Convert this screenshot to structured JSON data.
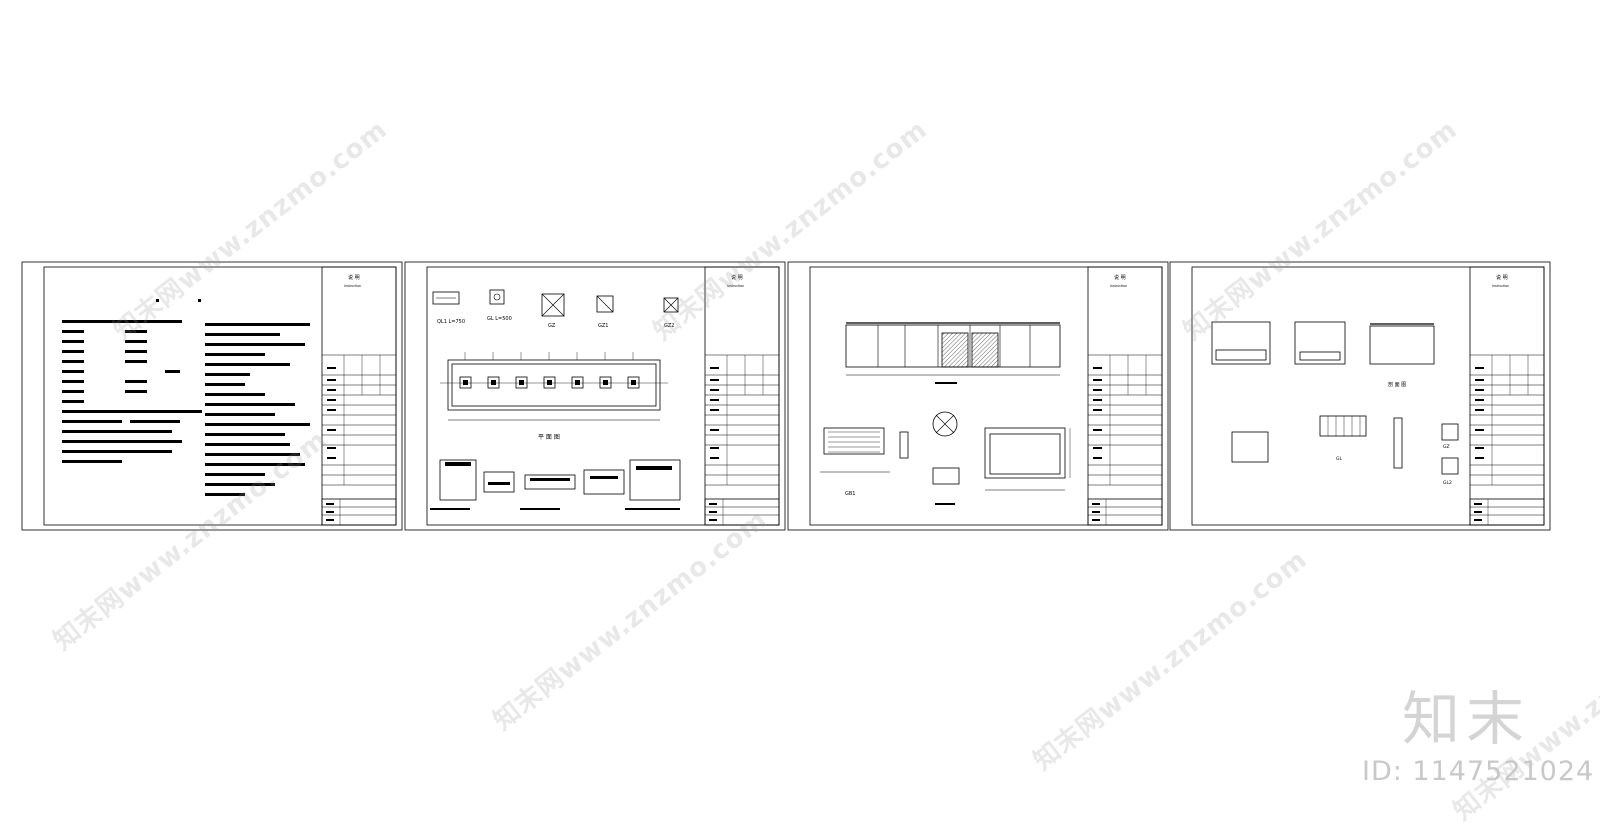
{
  "sheets": [
    {
      "id": "sheet-1",
      "kind": "notes",
      "title_block_header": "说 明",
      "title_block_sub": "Instruction"
    },
    {
      "id": "sheet-2",
      "kind": "plan",
      "title_block_header": "说 明",
      "title_block_sub": "Instruction",
      "labels": {
        "ql1": "QL1  L=750",
        "gl": "GL  L=500",
        "gz": "GZ",
        "gz1": "GZ1",
        "gz2": "GZ2",
        "plan_title": "平 面 图"
      }
    },
    {
      "id": "sheet-3",
      "kind": "section",
      "title_block_header": "说 明",
      "title_block_sub": "Instruction",
      "labels": {
        "gb1": "GB1"
      }
    },
    {
      "id": "sheet-4",
      "kind": "details",
      "title_block_header": "说 明",
      "title_block_sub": "Instruction",
      "labels": {
        "section_title": "剖 面 图",
        "gl_label": "GL",
        "gz_label": "GZ",
        "gl2_label": "GL2"
      }
    }
  ],
  "watermark": {
    "text": "知末网www.znzmo.com",
    "logo": "知末",
    "id": "ID: 1147521024"
  },
  "colors": {
    "line": "#000000",
    "watermark": "#b0b0b0",
    "background": "#ffffff"
  }
}
